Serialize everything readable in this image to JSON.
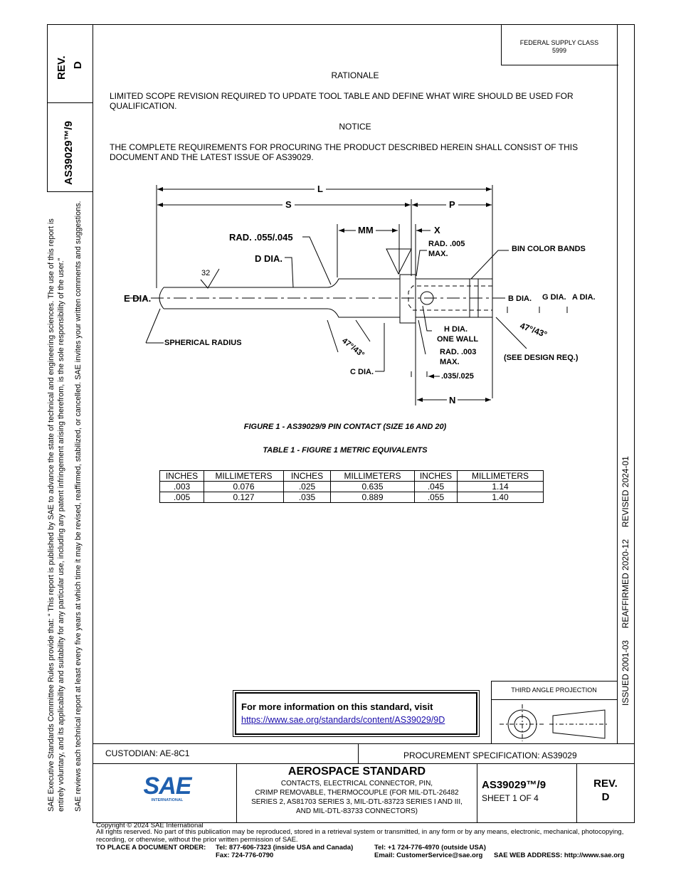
{
  "side": {
    "rev_label": "REV.",
    "rev_value": "D",
    "doc_number": "AS39029™/9",
    "disclaimer_line1": "SAE Executive Standards Committee Rules provide that: “  This report is published by SAE to advance the state of technical and engineering sciences. The use of this report is",
    "disclaimer_line2": "entirely voluntary, and its applicability and suitability for any particular use, including any patent infringement arising therefrom, is the sole responsibility of the user.”",
    "disclaimer_line3": "SAE reviews each technical report at least every five years at which time it may be revised, reaffirmed, stabilized, or cancelled. SAE invites your written comments and suggestions.",
    "dates": "ISSUED 2001-03     REAFFIRMED 2020-12     REVISED 2024-01"
  },
  "header": {
    "fsc_label": "FEDERAL SUPPLY CLASS",
    "fsc_value": "5999"
  },
  "body": {
    "rationale_title": "RATIONALE",
    "rationale_text": "LIMITED SCOPE REVISION REQUIRED TO UPDATE TOOL TABLE AND DEFINE WHAT WIRE SHOULD BE USED FOR QUALIFICATION.",
    "notice_title": "NOTICE",
    "notice_text": "THE COMPLETE REQUIREMENTS FOR PROCURING THE PRODUCT DESCRIBED HEREIN SHALL CONSIST OF THIS DOCUMENT AND THE LATEST ISSUE OF AS39029."
  },
  "drawing": {
    "L": "L",
    "S": "S",
    "P": "P",
    "MM": "MM",
    "X": "X",
    "rad_055": "RAD. .055/.045",
    "d_dia": "D DIA.",
    "rad_005": "RAD. .005",
    "max": "MAX.",
    "bin_color": "BIN COLOR BANDS",
    "finish": "32",
    "e_dia": "E DIA.",
    "b_dia": "B DIA.",
    "g_dia": "G DIA.",
    "a_dia": "A DIA.",
    "spherical": "SPHERICAL RADIUS",
    "angle1": "47°/43°",
    "angle2": "47°/43°",
    "h_dia": "H DIA.",
    "one_wall": "ONE WALL",
    "rad_003": "RAD. .003",
    "see_design": "(SEE DESIGN REQ.)",
    "c_dia": "C DIA.",
    "wall": ".035/.025",
    "N": "N"
  },
  "figure_caption": "FIGURE 1 - AS39029/9 PIN CONTACT (SIZE 16 AND 20)",
  "table_caption": "TABLE 1 - FIGURE 1 METRIC EQUIVALENTS",
  "metric_table": {
    "headers": [
      "INCHES",
      "MILLIMETERS",
      "INCHES",
      "MILLIMETERS",
      "INCHES",
      "MILLIMETERS"
    ],
    "rows": [
      [
        ".003",
        "0.076",
        ".025",
        "0.635",
        ".045",
        "1.14"
      ],
      [
        ".005",
        "0.127",
        ".035",
        "0.889",
        ".055",
        "1.40"
      ]
    ]
  },
  "info_box": {
    "title": "For more information on this standard, visit",
    "url": "https://www.sae.org/standards/content/AS39029/9D"
  },
  "projection": {
    "label": "THIRD ANGLE PROJECTION"
  },
  "title_block": {
    "custodian": "CUSTODIAN: AE-8C1",
    "procurement": "PROCUREMENT SPECIFICATION: AS39029",
    "logo_text": "SAE",
    "logo_sub": "INTERNATIONAL",
    "standard_title": "AEROSPACE STANDARD",
    "desc_line1": "CONTACTS, ELECTRICAL CONNECTOR, PIN,",
    "desc_line2": "CRIMP REMOVABLE, THERMOCOUPLE (FOR MIL-DTL-26482",
    "desc_line3": "SERIES 2, AS81703 SERIES 3, MIL-DTL-83723 SERIES I AND III,",
    "desc_line4": "AND MIL-DTL-83733 CONNECTORS)",
    "doc_number": "AS39029™/9",
    "sheet": "SHEET 1 OF 4",
    "rev_label": "REV.",
    "rev_value": "D"
  },
  "footer": {
    "copyright": "Copyright © 2024 SAE International",
    "rights1": "All rights reserved. No part of this publication may be reproduced, stored in a retrieval system or transmitted, in any form or by any means, electronic, mechanical, photocopying,",
    "rights2": "recording, or otherwise, without the prior written permission of SAE.",
    "order_label": "TO PLACE A DOCUMENT ORDER:",
    "tel1": "Tel: 877-606-7323 (inside USA and Canada)",
    "fax": "Fax: 724-776-0790",
    "tel2": "Tel: +1 724-776-4970 (outside USA)",
    "email": "Email: CustomerService@sae.org",
    "web": "SAE WEB ADDRESS: http://www.sae.org"
  }
}
